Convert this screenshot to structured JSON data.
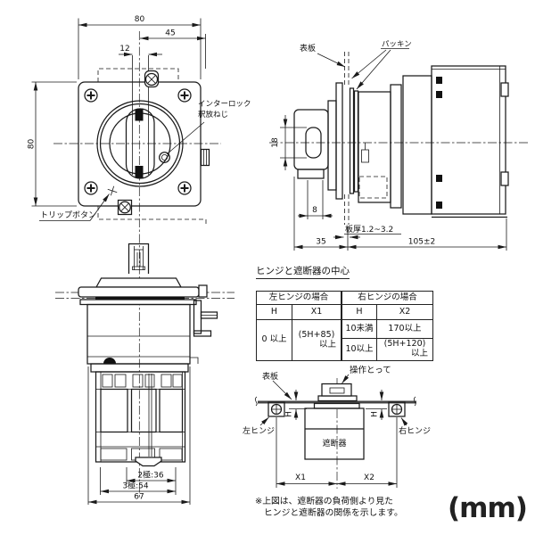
{
  "front_view": {
    "dim_top": "80",
    "dim_45": "45",
    "dim_12": "12",
    "dim_left": "80",
    "interlock_line1": "インターロック",
    "interlock_line2": "釈放ねじ",
    "trip_label": "トリップボタン"
  },
  "side_view": {
    "panel_label": "表板",
    "packing_label": "パッキン",
    "dim_18": "18",
    "dim_8": "8",
    "plate_thickness": "板厚1.2~3.2",
    "dim_35": "35",
    "dim_105": "105±2"
  },
  "bottom_view": {
    "dim_2pole": "2極:36",
    "dim_3pole": "3極:54",
    "dim_67": "67"
  },
  "hinge": {
    "title": "ヒンジと遮断器の中心",
    "table": {
      "header_left": "左ヒンジの場合",
      "header_right": "右ヒンジの場合",
      "col1": "H",
      "col2": "X1",
      "col3": "H",
      "col4": "X2",
      "left_h": "0 以上",
      "left_x1a": "(5H+85)",
      "left_x1b": "以上",
      "r1_h": "10未満",
      "r1_x2": "170以上",
      "r2_h": "10以上",
      "r2_x2a": "(5H+120)",
      "r2_x2b": "以上"
    },
    "diagram": {
      "handle_label": "操作とって",
      "panel_label": "表板",
      "left_hinge": "左ヒンジ",
      "right_hinge": "右ヒンジ",
      "breaker_label": "遮断器",
      "dim_h_left": "H",
      "dim_h_right": "H",
      "dim_x1": "X1",
      "dim_x2": "X2"
    },
    "note1": "※上図は、遮断器の負荷側より見た",
    "note2": "ヒンジと遮断器の関係を示します。"
  },
  "units": "(mm)"
}
